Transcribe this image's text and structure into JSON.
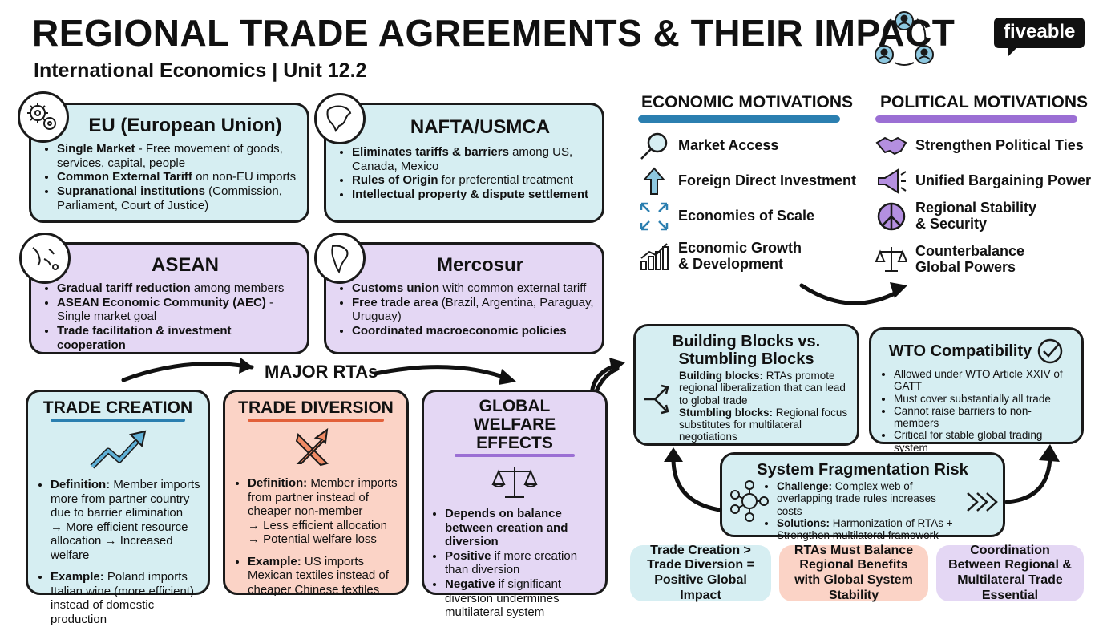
{
  "header": {
    "title": "REGIONAL TRADE AGREEMENTS & THEIR IMPACT",
    "subtitle": "International Economics | Unit 12.2",
    "logo": "fiveable"
  },
  "rtas": {
    "center_label": "MAJOR RTAs",
    "eu": {
      "title": "EU (European Union)",
      "items": [
        {
          "bold": "Single Market",
          "text": " - Free movement of goods, services, capital, people"
        },
        {
          "bold": "Common External Tariff",
          "text": " on non-EU imports"
        },
        {
          "bold": "Supranational institutions",
          "text": " (Commission, Parliament, Court of Justice)"
        }
      ]
    },
    "nafta": {
      "title": "NAFTA/USMCA",
      "items": [
        {
          "bold": "Eliminates tariffs & barriers",
          "text": " among US, Canada, Mexico"
        },
        {
          "bold": "Rules of Origin",
          "text": " for preferential treatment"
        },
        {
          "bold": "Intellectual property & dispute settlement",
          "text": ""
        }
      ]
    },
    "asean": {
      "title": "ASEAN",
      "items": [
        {
          "bold": "Gradual tariff reduction",
          "text": " among members"
        },
        {
          "bold": "ASEAN Economic Community (AEC)",
          "text": " - Single market goal"
        },
        {
          "bold": "Trade facilitation & investment cooperation",
          "text": ""
        }
      ]
    },
    "mercosur": {
      "title": "Mercosur",
      "items": [
        {
          "bold": "Customs union",
          "text": " with common external tariff"
        },
        {
          "bold": "Free trade area",
          "text": " (Brazil, Argentina, Paraguay, Uruguay)"
        },
        {
          "bold": "Coordinated macroeconomic policies",
          "text": ""
        }
      ]
    }
  },
  "effects": {
    "creation": {
      "title": "TRADE CREATION",
      "def_label": "Definition:",
      "def_text": " Member imports more from partner country due to barrier elimination",
      "def_arrow": "→ More efficient resource allocation → Increased welfare",
      "ex_label": "Example:",
      "ex_text": " Poland imports Italian wine (more efficient) instead of domestic production"
    },
    "diversion": {
      "title": "TRADE DIVERSION",
      "def_label": "Definition:",
      "def_text": " Member imports from partner instead of cheaper non-member",
      "def_arrow1": "→ Less efficient allocation",
      "def_arrow2": "→ Potential welfare loss",
      "ex_label": "Example:",
      "ex_text": " US imports Mexican textiles instead of cheaper Chinese textiles"
    },
    "global": {
      "title": "GLOBAL WELFARE EFFECTS",
      "items": [
        {
          "bold": "Depends on balance between creation and diversion",
          "text": ""
        },
        {
          "bold": "Positive",
          "text": " if more creation than diversion"
        },
        {
          "bold": "Negative",
          "text": " if significant diversion undermines multilateral system"
        }
      ]
    }
  },
  "motivations": {
    "economic": {
      "title": "ECONOMIC MOTIVATIONS",
      "items": [
        "Market Access",
        "Foreign Direct Investment",
        "Economies of Scale",
        "Economic Growth & Development"
      ]
    },
    "political": {
      "title": "POLITICAL MOTIVATIONS",
      "items": [
        "Strengthen Political Ties",
        "Unified Bargaining Power",
        "Regional Stability & Security",
        "Counterbalance Global Powers"
      ]
    }
  },
  "system": {
    "blocks": {
      "title": "Building Blocks vs. Stumbling Blocks",
      "b1_label": "Building blocks:",
      "b1_text": " RTAs promote regional liberalization that can lead to global trade",
      "b2_label": "Stumbling blocks:",
      "b2_text": " Regional focus substitutes for multilateral negotiations"
    },
    "wto": {
      "title": "WTO Compatibility",
      "items": [
        "Allowed under WTO Article XXIV of GATT",
        "Must cover substantially all trade",
        "Cannot raise barriers to non-members",
        "Critical for stable global trading system"
      ]
    },
    "fragmentation": {
      "title": "System Fragmentation Risk",
      "c_label": "Challenge:",
      "c_text": " Complex web of overlapping trade rules increases costs",
      "s_label": "Solutions:",
      "s_text": " Harmonization of RTAs + Strengthen multilateral framework"
    }
  },
  "summaries": [
    "Trade Creation > Trade Diversion = Positive Global Impact",
    "RTAs Must Balance Regional Benefits with Global System Stability",
    "Coordination Between Regional & Multilateral Trade Essential"
  ],
  "colors": {
    "blue_fill": "#d6eef2",
    "purple_fill": "#e4d7f4",
    "salmon_fill": "#fbd3c6",
    "economic_bar": "#2b7fb0",
    "political_bar": "#9b6fd4",
    "creation_underline": "#2b7fb0",
    "diversion_underline": "#e2603a",
    "global_underline": "#9b6fd4"
  }
}
